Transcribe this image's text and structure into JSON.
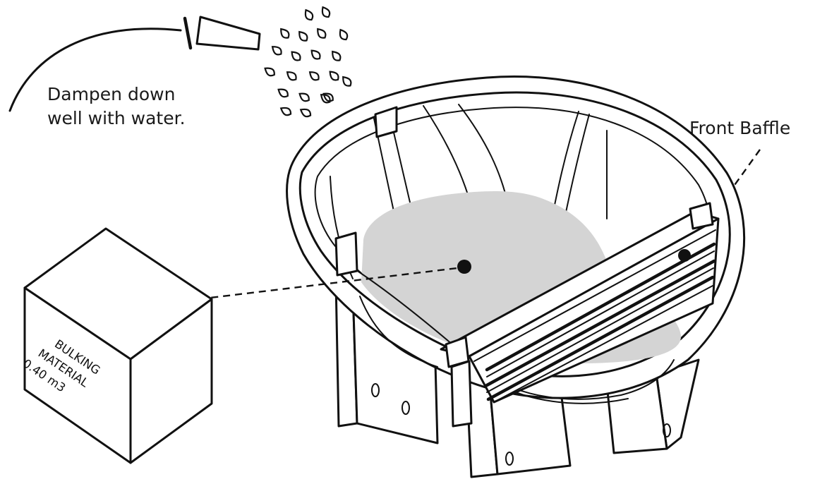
{
  "instruction": {
    "line1": "Dampen down",
    "line2": "well with water."
  },
  "callouts": {
    "front_baffle": "Front Baffle"
  },
  "bulking_box": {
    "line1": "BULKING",
    "line2": "MATERIAL",
    "line3": "0.40 m3"
  },
  "colors": {
    "ink": "#111111",
    "fill_material": "#d4d4d4",
    "background": "#ffffff"
  },
  "icons": [
    "hose-icon",
    "water-spray-icon"
  ]
}
